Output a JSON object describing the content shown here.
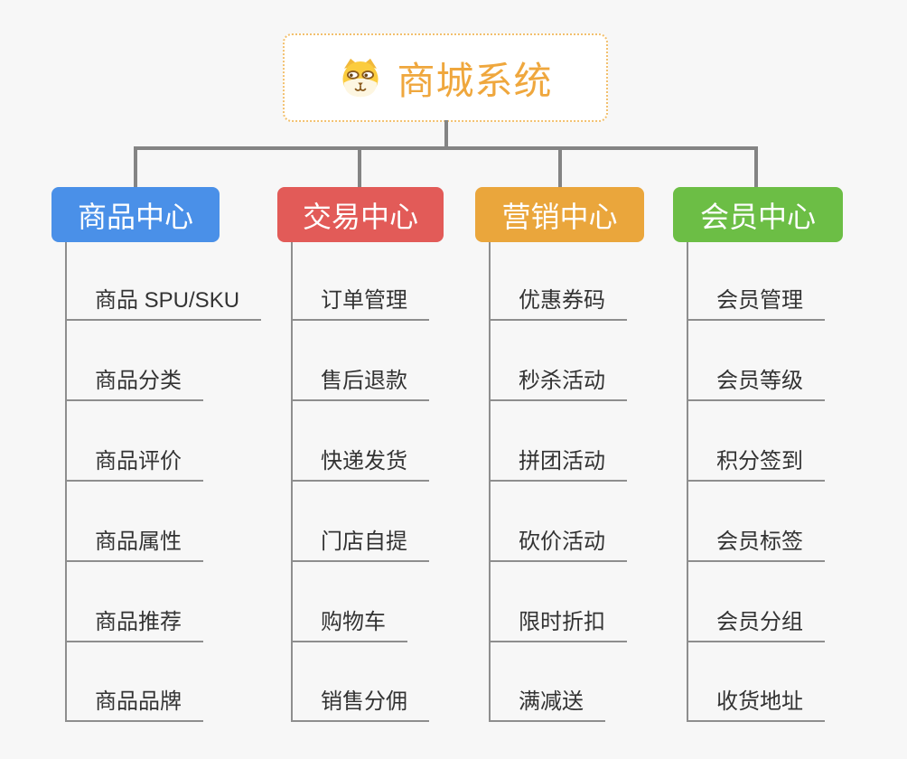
{
  "root": {
    "title": "商城系统",
    "icon": "dog-face-icon"
  },
  "branches": [
    {
      "label": "商品中心",
      "color": "#4A90E8",
      "children": [
        "商品 SPU/SKU",
        "商品分类",
        "商品评价",
        "商品属性",
        "商品推荐",
        "商品品牌"
      ]
    },
    {
      "label": "交易中心",
      "color": "#E25B58",
      "children": [
        "订单管理",
        "售后退款",
        "快递发货",
        "门店自提",
        "购物车",
        "销售分佣"
      ]
    },
    {
      "label": "营销中心",
      "color": "#EAA63C",
      "children": [
        "优惠券码",
        "秒杀活动",
        "拼团活动",
        "砍价活动",
        "限时折扣",
        "满减送"
      ]
    },
    {
      "label": "会员中心",
      "color": "#6CBE45",
      "children": [
        "会员管理",
        "会员等级",
        "积分签到",
        "会员标签",
        "会员分组",
        "收货地址"
      ]
    }
  ],
  "colors": {
    "background": "#F7F7F7",
    "connector": "#848484",
    "leaf_line": "#8E8E8E",
    "leaf_text": "#333333",
    "root_text": "#EFA73D",
    "root_border": "#F2C06E"
  }
}
